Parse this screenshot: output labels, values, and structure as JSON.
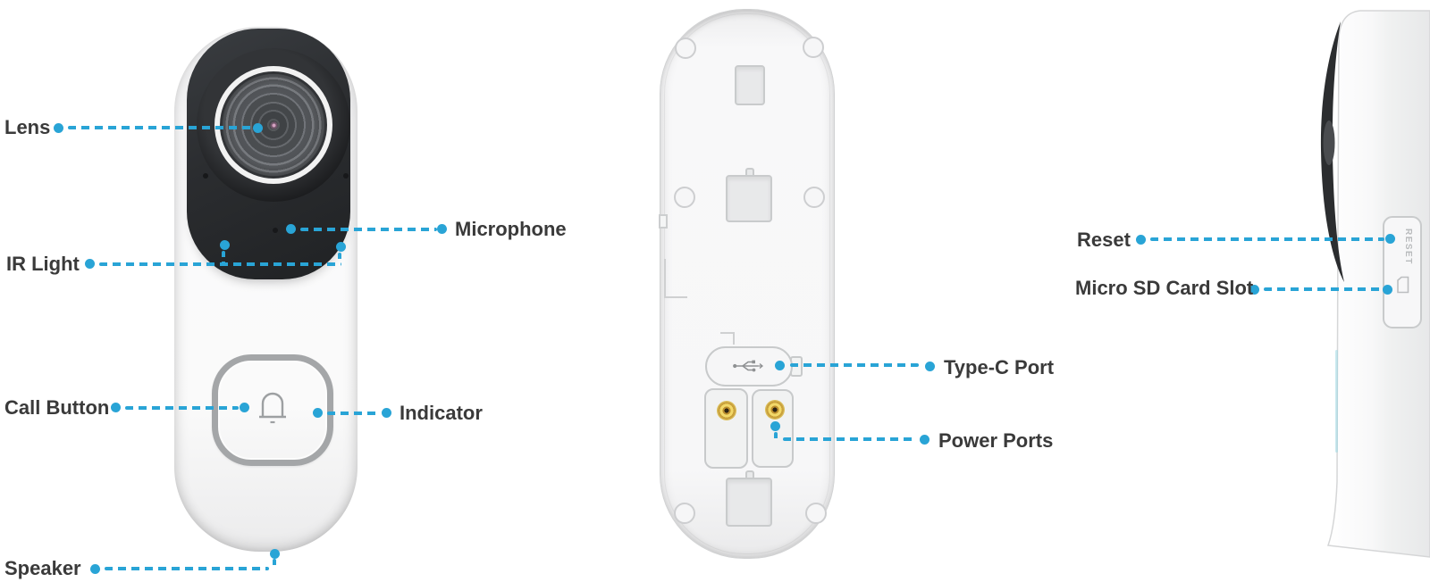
{
  "accent_color": "#29a4d6",
  "label_text_color": "#3a3a3a",
  "callouts": {
    "lens": {
      "label": "Lens"
    },
    "ir_light": {
      "label": "IR Light"
    },
    "call_button": {
      "label": "Call Button"
    },
    "speaker": {
      "label": "Speaker"
    },
    "microphone": {
      "label": "Microphone"
    },
    "indicator": {
      "label": "Indicator"
    },
    "type_c_port": {
      "label": "Type-C Port"
    },
    "power_ports": {
      "label": "Power Ports"
    },
    "reset": {
      "label": "Reset"
    },
    "micro_sd_card_slot": {
      "label": "Micro SD Card Slot"
    }
  },
  "device": {
    "side_panel_reset_text": "RESET"
  },
  "icons": {
    "call_button": "bell-icon",
    "type_c_port": "usb-trident-icon",
    "sd_slot": "sd-card-icon"
  }
}
